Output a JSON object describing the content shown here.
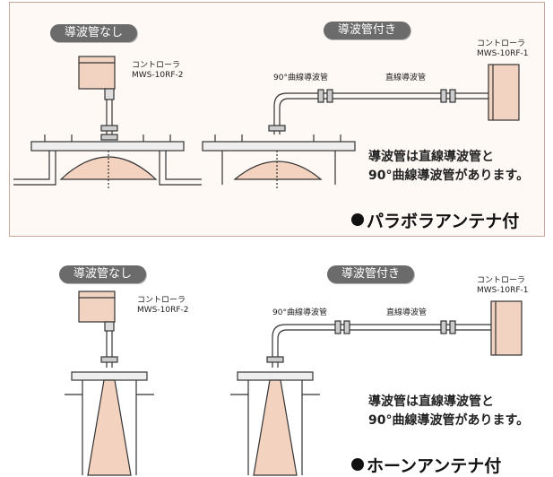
{
  "panels": [
    {
      "left_pill": "導波管なし",
      "right_pill": "導波管付き",
      "controller_left": [
        "コントローラ",
        "MWS-10RF-2"
      ],
      "controller_right": [
        "コントローラ",
        "MWS-10RF-1"
      ],
      "bend_label": "90°曲線導波管",
      "straight_label": "直線導波管",
      "note": [
        "導波管は直線導波管と",
        "90°曲線導波管があります。"
      ],
      "antenna_title": "パラボラアンテナ付"
    },
    {
      "left_pill": "導波管なし",
      "right_pill": "導波管付き",
      "controller_left": [
        "コントローラ",
        "MWS-10RF-2"
      ],
      "controller_right": [
        "コントローラ",
        "MWS-10RF-1"
      ],
      "bend_label": "90°曲線導波管",
      "straight_label": "直線導波管",
      "note": [
        "導波管は直線導波管と",
        "90°曲線導波管があります。"
      ],
      "antenna_title": "ホーンアンテナ付"
    }
  ],
  "colors": {
    "pill_bg": "#6b6b6b",
    "controller_fill": "#f2d3c2",
    "beam_fill": "#f3d2c0",
    "panel_bg": "#fff9f6",
    "panel_border": "#c9a79c"
  }
}
